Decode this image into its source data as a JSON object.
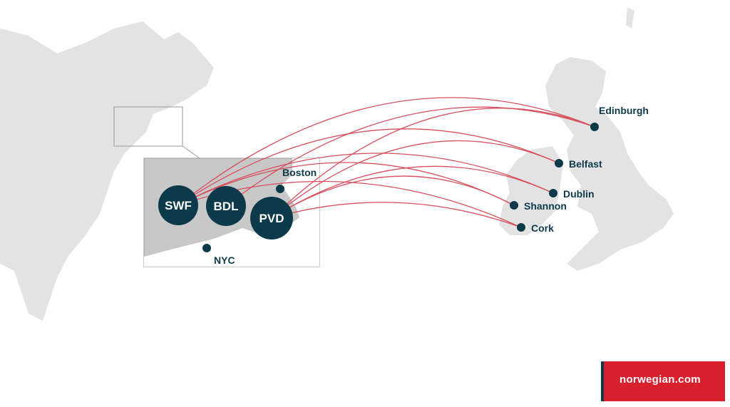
{
  "hubs": [
    {
      "code": "SWF"
    },
    {
      "code": "BDL"
    },
    {
      "code": "PVD"
    }
  ],
  "us_cities": [
    {
      "name": "Boston"
    },
    {
      "name": "NYC"
    }
  ],
  "destinations": [
    {
      "name": "Edinburgh"
    },
    {
      "name": "Belfast"
    },
    {
      "name": "Dublin"
    },
    {
      "name": "Shannon"
    },
    {
      "name": "Cork"
    }
  ],
  "routes": [
    [
      "SWF",
      "Edinburgh"
    ],
    [
      "SWF",
      "Belfast"
    ],
    [
      "SWF",
      "Dublin"
    ],
    [
      "SWF",
      "Shannon"
    ],
    [
      "SWF",
      "Cork"
    ],
    [
      "BDL",
      "Edinburgh"
    ],
    [
      "PVD",
      "Edinburgh"
    ],
    [
      "PVD",
      "Belfast"
    ],
    [
      "PVD",
      "Dublin"
    ],
    [
      "PVD",
      "Shannon"
    ],
    [
      "PVD",
      "Cork"
    ]
  ],
  "colors": {
    "route": "#d8505e",
    "marker": "#0d3a4a",
    "land": "#e3e3e3",
    "inset": "#c8c8c8",
    "brand": "#d8202f"
  },
  "logo": {
    "text": "norwegian.com"
  }
}
